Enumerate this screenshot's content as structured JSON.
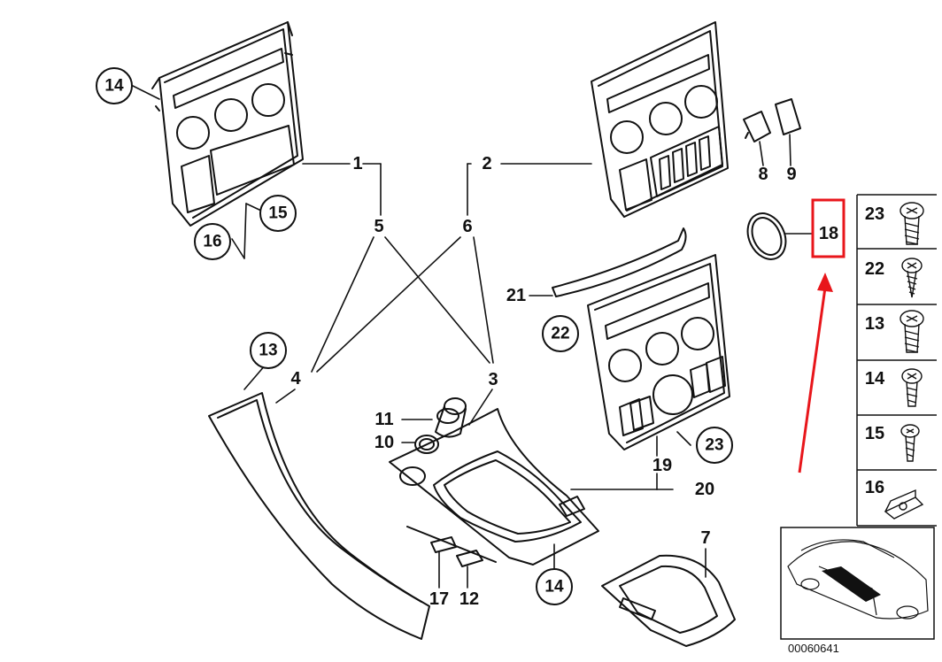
{
  "diagram_code": "00060641",
  "highlight_color": "#e8161b",
  "highlighted_part": "18",
  "callouts": {
    "c14_top": "14",
    "c15": "15",
    "c16": "16",
    "c13": "13",
    "c22_mid": "22",
    "c23_mid": "23",
    "c14_bottom": "14"
  },
  "labels": {
    "l1": "1",
    "l2": "2",
    "l3": "3",
    "l4": "4",
    "l5": "5",
    "l6": "6",
    "l7": "7",
    "l8": "8",
    "l9": "9",
    "l10": "10",
    "l11": "11",
    "l12": "12",
    "l17": "17",
    "l18": "18",
    "l19": "19",
    "l20": "20",
    "l21": "21"
  },
  "fastener_legend": [
    {
      "number": "23",
      "icon": "oval-head-screw-icon"
    },
    {
      "number": "22",
      "icon": "tapping-screw-icon"
    },
    {
      "number": "13",
      "icon": "oval-head-screw-icon"
    },
    {
      "number": "14",
      "icon": "pan-head-screw-icon"
    },
    {
      "number": "15",
      "icon": "small-screw-icon"
    },
    {
      "number": "16",
      "icon": "clip-nut-icon"
    }
  ]
}
